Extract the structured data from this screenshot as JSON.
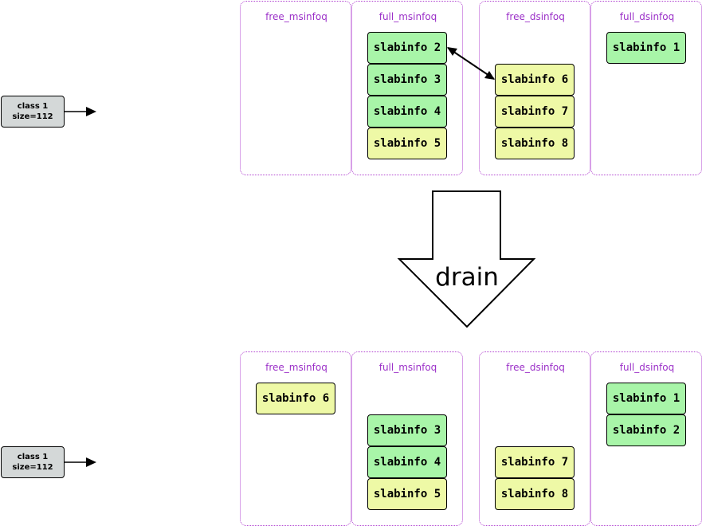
{
  "top": {
    "class_box": {
      "line1": "class   1",
      "line2": "size=112"
    },
    "queues": {
      "free_msinfoq": {
        "label": "free_msinfoq",
        "items": []
      },
      "full_msinfoq": {
        "label": "full_msinfoq",
        "items": [
          "slabinfo 2",
          "slabinfo 3",
          "slabinfo 4",
          "slabinfo 5"
        ]
      },
      "free_dsinfoq": {
        "label": "free_dsinfoq",
        "items": [
          "slabinfo 6",
          "slabinfo 7",
          "slabinfo 8"
        ]
      },
      "full_dsinfoq": {
        "label": "full_dsinfoq",
        "items": [
          "slabinfo 1"
        ]
      }
    }
  },
  "drain_label": "drain",
  "bottom": {
    "class_box": {
      "line1": "class   1",
      "line2": "size=112"
    },
    "queues": {
      "free_msinfoq": {
        "label": "free_msinfoq",
        "items": [
          "slabinfo 6"
        ]
      },
      "full_msinfoq": {
        "label": "full_msinfoq",
        "items": [
          "slabinfo 3",
          "slabinfo 4",
          "slabinfo 5"
        ]
      },
      "free_dsinfoq": {
        "label": "free_dsinfoq",
        "items": [
          "slabinfo 7",
          "slabinfo 8"
        ]
      },
      "full_dsinfoq": {
        "label": "full_dsinfoq",
        "items": [
          "slabinfo 1",
          "slabinfo 2"
        ]
      }
    }
  },
  "colors": {
    "green": "#a8f5a8",
    "yellow": "#eef9a6",
    "queue_border": "#b040d0",
    "queue_label": "#9b30c8",
    "class_fill": "#d4d8d8"
  }
}
